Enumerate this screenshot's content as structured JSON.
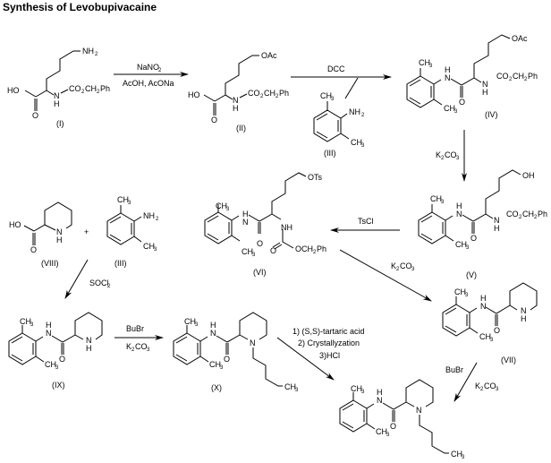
{
  "title": "Synthesis of Levobupivacaine",
  "compounds": {
    "I": {
      "label": "(I)",
      "groups": [
        "NH",
        "2",
        "HO",
        "O",
        "N",
        "H",
        "CO",
        "2",
        "CH",
        "2",
        "Ph"
      ]
    },
    "II": {
      "label": "(II)",
      "groups": [
        "OAc",
        "HO",
        "O",
        "N",
        "H",
        "CO",
        "2",
        "CH",
        "2",
        "Ph"
      ]
    },
    "III": {
      "label": "(III)",
      "groups": [
        "CH",
        "3",
        "NH",
        "2",
        "CH",
        "3"
      ]
    },
    "IV": {
      "label": "(IV)",
      "groups": [
        "OAc",
        "CH",
        "3",
        "H",
        "N",
        "O",
        "N",
        "H",
        "CO",
        "2",
        "CH",
        "2",
        "Ph",
        "CH",
        "3"
      ]
    },
    "V": {
      "label": "(V)",
      "groups": [
        "OH",
        "CH",
        "3",
        "H",
        "N",
        "O",
        "N",
        "H",
        "CO",
        "2",
        "CH",
        "2",
        "Ph",
        "CH",
        "3"
      ]
    },
    "VI": {
      "label": "(VI)",
      "groups": [
        "OTs",
        "CH",
        "3",
        "H",
        "N",
        "O",
        "NH",
        "O",
        "OCH",
        "2",
        "Ph",
        "CH",
        "3"
      ]
    },
    "VII": {
      "label": "(VII)",
      "groups": [
        "CH",
        "3",
        "H",
        "N",
        "O",
        "N",
        "H",
        "CH",
        "3"
      ]
    },
    "VIII": {
      "label": "(VIII)",
      "groups": [
        "HO",
        "O",
        "N",
        "H"
      ]
    },
    "III_b": {
      "label": "(III)",
      "groups": [
        "CH",
        "3",
        "NH",
        "2",
        "CH",
        "3"
      ]
    },
    "IX": {
      "label": "(IX)",
      "groups": [
        "CH",
        "3",
        "H",
        "N",
        "O",
        "N",
        "H",
        "CH",
        "3"
      ]
    },
    "X": {
      "label": "(X)",
      "groups": [
        "CH",
        "3",
        "H",
        "N",
        "O",
        "N",
        "CH",
        "3",
        "CH",
        "3"
      ]
    },
    "final": {
      "label": "",
      "groups": [
        "CH",
        "3",
        "H",
        "N",
        "O",
        "N",
        "CH",
        "3",
        "CH",
        "3"
      ]
    }
  },
  "plus": "+",
  "reagents": {
    "r1_top": [
      "NaNO",
      "2"
    ],
    "r1_bottom": "AcOH, AcONa",
    "r2_top": "DCC",
    "r3": [
      "K",
      "2",
      "CO",
      "3"
    ],
    "r4": "TsCl",
    "r5": [
      "K",
      "2",
      "CO",
      "3"
    ],
    "r6": [
      "SOCl",
      "2"
    ],
    "r7_top": "BuBr",
    "r7_bottom": [
      "K",
      "2",
      "CO",
      "3"
    ],
    "r8_1": "1) (S,S)-tartaric acid",
    "r8_2": "2) Crystallyzation",
    "r8_3": "3)HCl",
    "r9_top": "BuBr",
    "r9_bottom": [
      "K",
      "2",
      "CO",
      "3"
    ]
  }
}
